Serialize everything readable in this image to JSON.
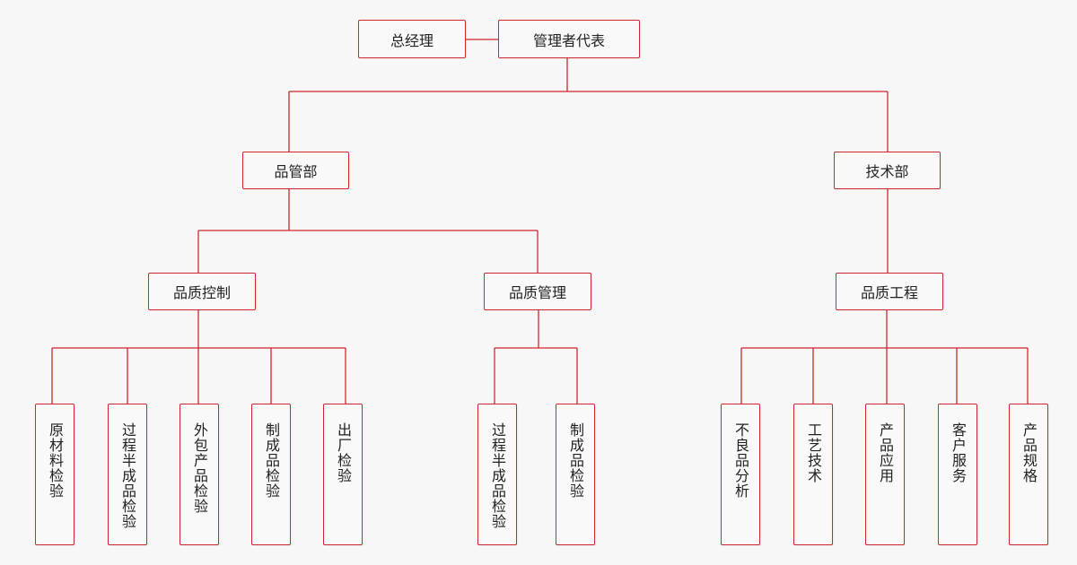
{
  "accent_color": "#d0262e",
  "nodes": {
    "gm": "总经理",
    "mgmt_rep": "管理者代表",
    "quality_dept": "品管部",
    "tech_dept": "技术部",
    "quality_control": "品质控制",
    "quality_management": "品质管理",
    "quality_engineering": "品质工程",
    "qc_items": [
      "原材料检验",
      "过程半成品检验",
      "外包产品检验",
      "制成品检验",
      "出厂检验"
    ],
    "qm_items": [
      "过程半成品检验",
      "制成品检验"
    ],
    "qe_items": [
      "不良品分析",
      "工艺技术",
      "产品应用",
      "客户服务",
      "产品规格"
    ]
  }
}
